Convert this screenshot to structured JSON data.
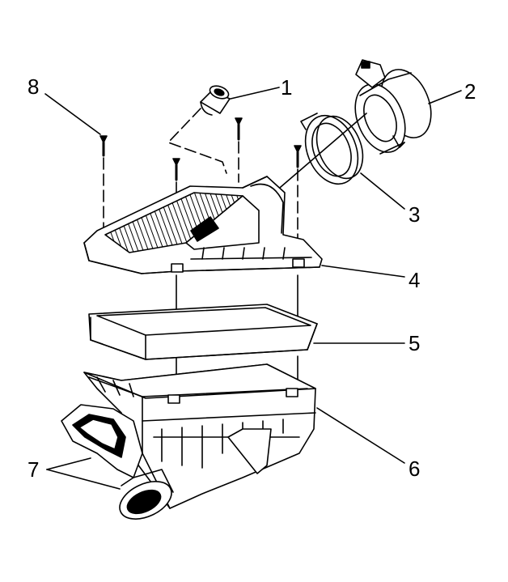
{
  "diagram": {
    "callouts": [
      {
        "id": "1",
        "label": "1"
      },
      {
        "id": "2",
        "label": "2"
      },
      {
        "id": "3",
        "label": "3"
      },
      {
        "id": "4",
        "label": "4"
      },
      {
        "id": "5",
        "label": "5"
      },
      {
        "id": "6",
        "label": "6"
      },
      {
        "id": "7",
        "label": "7"
      },
      {
        "id": "8",
        "label": "8"
      }
    ],
    "line_color": "#000000",
    "background": "#ffffff"
  }
}
